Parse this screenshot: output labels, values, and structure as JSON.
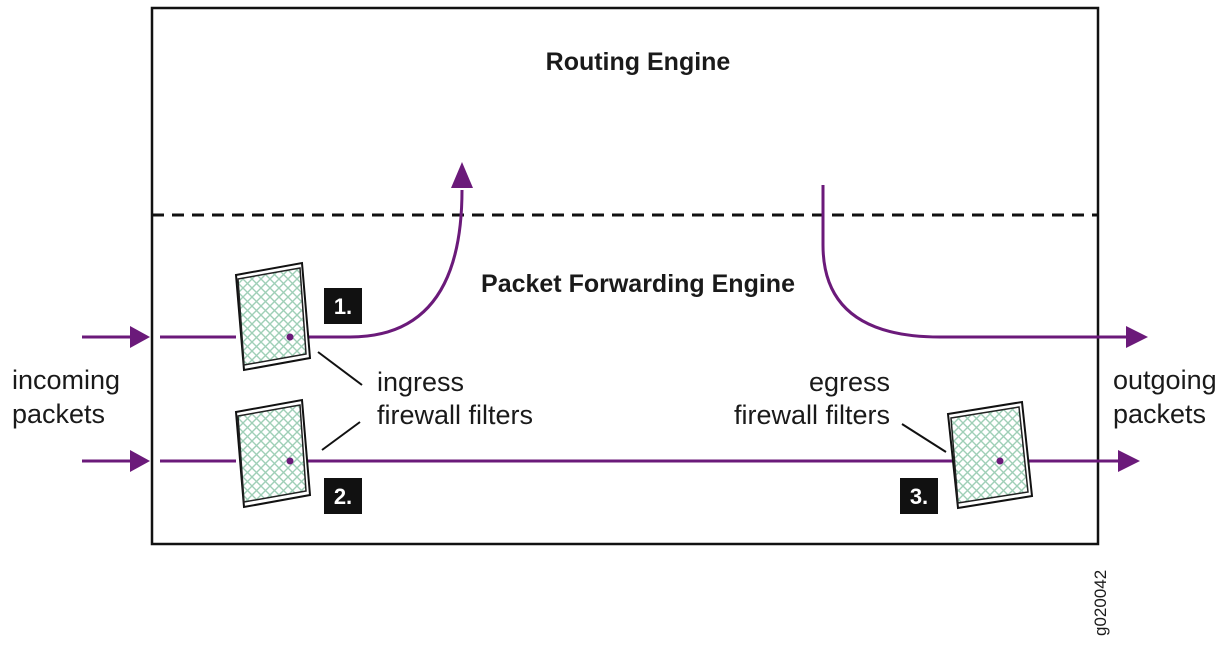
{
  "routing_engine_label": "Routing Engine",
  "pfe_label": "Packet Forwarding Engine",
  "incoming": {
    "line1": "incoming",
    "line2": "packets"
  },
  "outgoing": {
    "line1": "outgoing",
    "line2": "packets"
  },
  "ingress_label": {
    "line1": "ingress",
    "line2": "firewall filters"
  },
  "egress_label": {
    "line1": "egress",
    "line2": "firewall filters"
  },
  "badges": {
    "one": "1.",
    "two": "2.",
    "three": "3."
  },
  "figure_id": "g020042",
  "colors": {
    "flow": "#6b1a7a",
    "box": "#111111",
    "badge": "#111111",
    "filter_mesh": "#9fcfb7"
  }
}
